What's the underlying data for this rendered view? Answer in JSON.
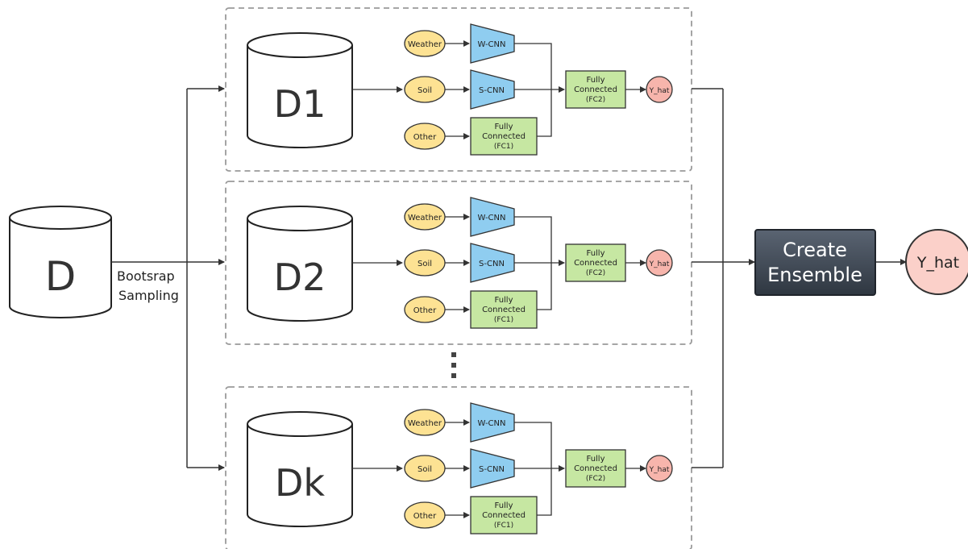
{
  "source_db": {
    "label": "D"
  },
  "bootstrap_label": [
    "Bootsrap",
    "Sampling"
  ],
  "branches": [
    {
      "db_label": "D1",
      "weather": "Weather",
      "soil": "Soil",
      "other": "Other",
      "wcnn": "W-CNN",
      "scnn": "S-CNN",
      "fc1": [
        "Fully",
        "Connected",
        "(FC1)"
      ],
      "fc2": [
        "Fully",
        "Connected",
        "(FC2)"
      ],
      "yhat": "Y_hat"
    },
    {
      "db_label": "D2",
      "weather": "Weather",
      "soil": "Soil",
      "other": "Other",
      "wcnn": "W-CNN",
      "scnn": "S-CNN",
      "fc1": [
        "Fully",
        "Connected",
        "(FC1)"
      ],
      "fc2": [
        "Fully",
        "Connected",
        "(FC2)"
      ],
      "yhat": "Y_hat"
    },
    {
      "db_label": "Dk",
      "weather": "Weather",
      "soil": "Soil",
      "other": "Other",
      "wcnn": "W-CNN",
      "scnn": "S-CNN",
      "fc1": [
        "Fully",
        "Connected",
        "(FC1)"
      ],
      "fc2": [
        "Fully",
        "Connected",
        "(FC2)"
      ],
      "yhat": "Y_hat"
    }
  ],
  "ensemble": [
    "Create",
    "Ensemble"
  ],
  "output": "Y_hat",
  "colors": {
    "input_fill": "#fde293",
    "cnn_fill": "#8fcdf0",
    "fc_fill": "#c6e7a2",
    "yhat_fill": "#f7b5ac",
    "ensemble_fill": "#3e4754",
    "output_fill": "#fbd0c9"
  }
}
